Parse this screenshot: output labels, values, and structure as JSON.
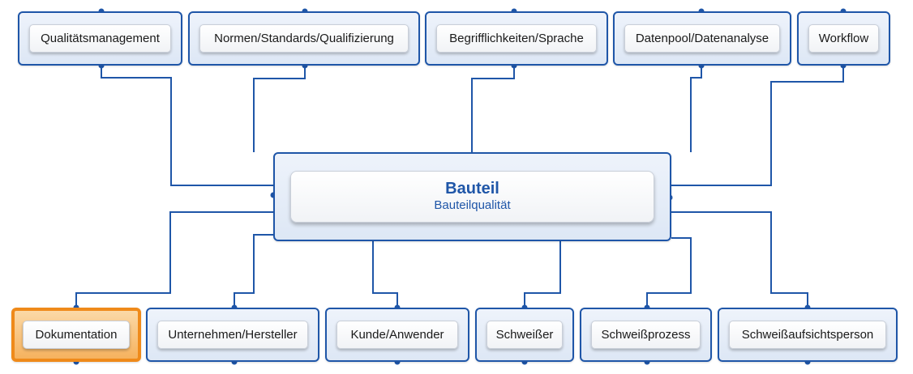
{
  "top_nodes": [
    {
      "label": "Qualitätsmanagement"
    },
    {
      "label": "Normen/Standards/Qualifizierung"
    },
    {
      "label": "Begrifflichkeiten/Sprache"
    },
    {
      "label": "Datenpool/Datenanalyse"
    },
    {
      "label": "Workflow"
    }
  ],
  "center": {
    "title": "Bauteil",
    "subtitle": "Bauteilqualität"
  },
  "bottom_nodes": [
    {
      "label": "Dokumentation",
      "highlighted": true
    },
    {
      "label": "Unternehmen/Hersteller"
    },
    {
      "label": "Kunde/Anwender"
    },
    {
      "label": "Schweißer"
    },
    {
      "label": "Schweißprozess"
    },
    {
      "label": "Schweißaufsichtsperson"
    }
  ],
  "colors": {
    "line": "#1f56a8",
    "highlight": "#ef8a1a",
    "text_accent": "#1f56a8"
  }
}
